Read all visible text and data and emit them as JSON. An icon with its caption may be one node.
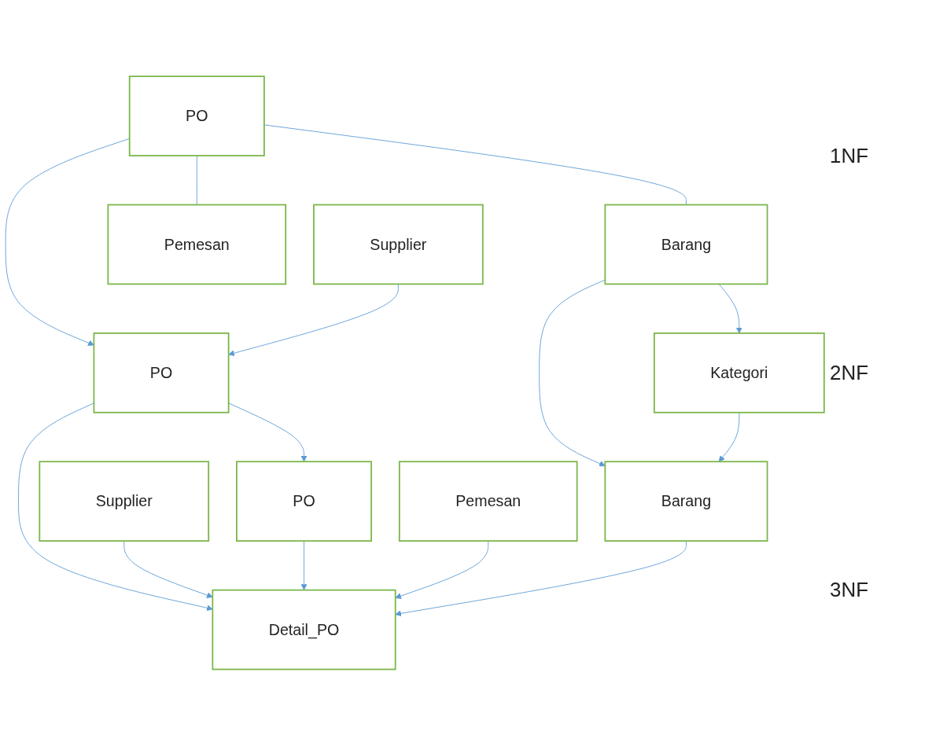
{
  "diagram": {
    "nodes": [
      {
        "text": [
          "PO"
        ]
      },
      {
        "text": [
          "PO"
        ]
      },
      {
        "text": [
          "Supplier"
        ]
      },
      {
        "text": [
          "Pemesan"
        ]
      },
      {
        "text": [
          "Barang"
        ]
      },
      {
        "text": [
          "PO"
        ]
      },
      {
        "text": [
          "Detail_PO"
        ]
      },
      {
        "text": [
          "Supplier"
        ]
      },
      {
        "text": [
          "Pemesan"
        ]
      },
      {
        "text": [
          "Barang"
        ]
      },
      {
        "text": [
          "Kategori"
        ]
      }
    ],
    "edges": [
      {
        "from": 0,
        "to": 1,
        "arrow": "to"
      },
      {
        "from": 0,
        "to": 3,
        "arrow": "none"
      },
      {
        "from": 0,
        "to": 4,
        "arrow": "none"
      },
      {
        "from": 2,
        "to": 1,
        "arrow": "to"
      },
      {
        "from": 1,
        "to": 5,
        "arrow": "to"
      },
      {
        "from": 1,
        "to": 6,
        "arrow": "to"
      },
      {
        "from": 4,
        "to": 9,
        "arrow": "to"
      },
      {
        "from": 4,
        "to": 10,
        "arrow": "to"
      },
      {
        "from": 7,
        "to": 6,
        "arrow": "to"
      },
      {
        "from": 10,
        "to": 9,
        "arrow": "to"
      },
      {
        "from": 5,
        "to": 6,
        "arrow": "to"
      },
      {
        "from": 8,
        "to": 6,
        "arrow": "to"
      },
      {
        "from": 9,
        "to": 6,
        "arrow": "to"
      }
    ],
    "labels": [
      "1NF",
      "2NF",
      "3NF"
    ]
  }
}
